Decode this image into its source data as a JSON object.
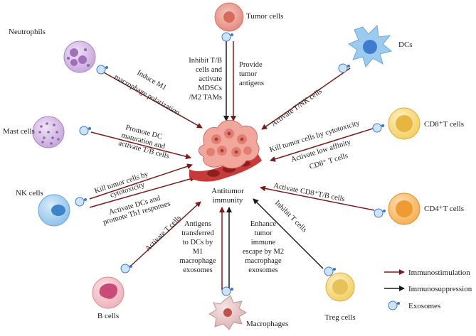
{
  "center": {
    "label_line1": "Antitumor",
    "label_line2": "immunity"
  },
  "cells": {
    "tumor": "Tumor cells",
    "dcs": "DCs",
    "cd8": "CD8⁺T cells",
    "cd4": "CD4⁺T cells",
    "treg": "Treg cells",
    "macrophages": "Macrophages",
    "bcells": "B cells",
    "nk": "NK cells",
    "mast": "Mast cells",
    "neutrophils": "Neutrophils"
  },
  "annotations": {
    "tumor_left": [
      "Inhibit T/B",
      "cells and",
      "activate",
      "MDSCs",
      "/M2 TAMs"
    ],
    "tumor_right": [
      "Provide",
      "tumor",
      "antigens"
    ],
    "dcs": "Activate T/NK cells",
    "cd8_line1": "Kill tumor cells by cytotoxicity",
    "cd8_line2": "Activate low affinity",
    "cd8_line3": "CD8⁺ T cells",
    "cd4": "Activate CD8⁺T/B cells",
    "treg": "Inhibit T cells",
    "macro_left": [
      "Antigens",
      "transferred",
      "to DCs by",
      "M1",
      "macrophage",
      "exosomes"
    ],
    "macro_right": [
      "Enhance",
      "tumor",
      "immune",
      "escape by M2",
      "macrophage",
      "exosomes"
    ],
    "bcells": "Activate T cells",
    "nk_line1": "Kill tumor cells by",
    "nk_line2": "cytotoxicity",
    "nk_line3": "Activate DCs and",
    "nk_line4": "promote Th1 responses",
    "mast_line1": "Promote DC",
    "mast_line2": "maturation and",
    "mast_line3": "activate T/B cells",
    "neutro_line1": "Induce M1",
    "neutro_line2": "macrophage polarization"
  },
  "legend": {
    "immunostimulation": "Immunostimulation",
    "immunosuppression": "Immunosuppression",
    "exosomes": "Exosomes"
  },
  "colors": {
    "stimulation": "#7a1a1a",
    "suppression": "#1a1a1a",
    "exosome": "#3a78c8"
  }
}
